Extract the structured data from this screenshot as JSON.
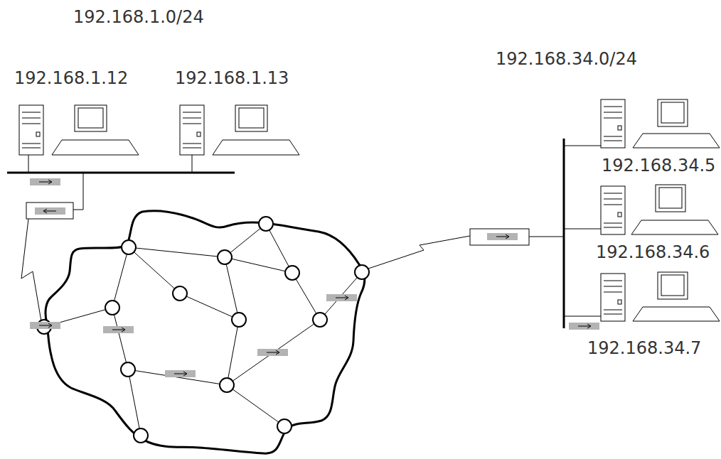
{
  "diagram": {
    "labels": [
      "192.168.1.0/24",
      "192.168.1.12",
      "192.168.1.13",
      "192.168.34.0/24",
      "192.168.34.5",
      "192.168.34.6",
      "192.168.34.7"
    ]
  }
}
